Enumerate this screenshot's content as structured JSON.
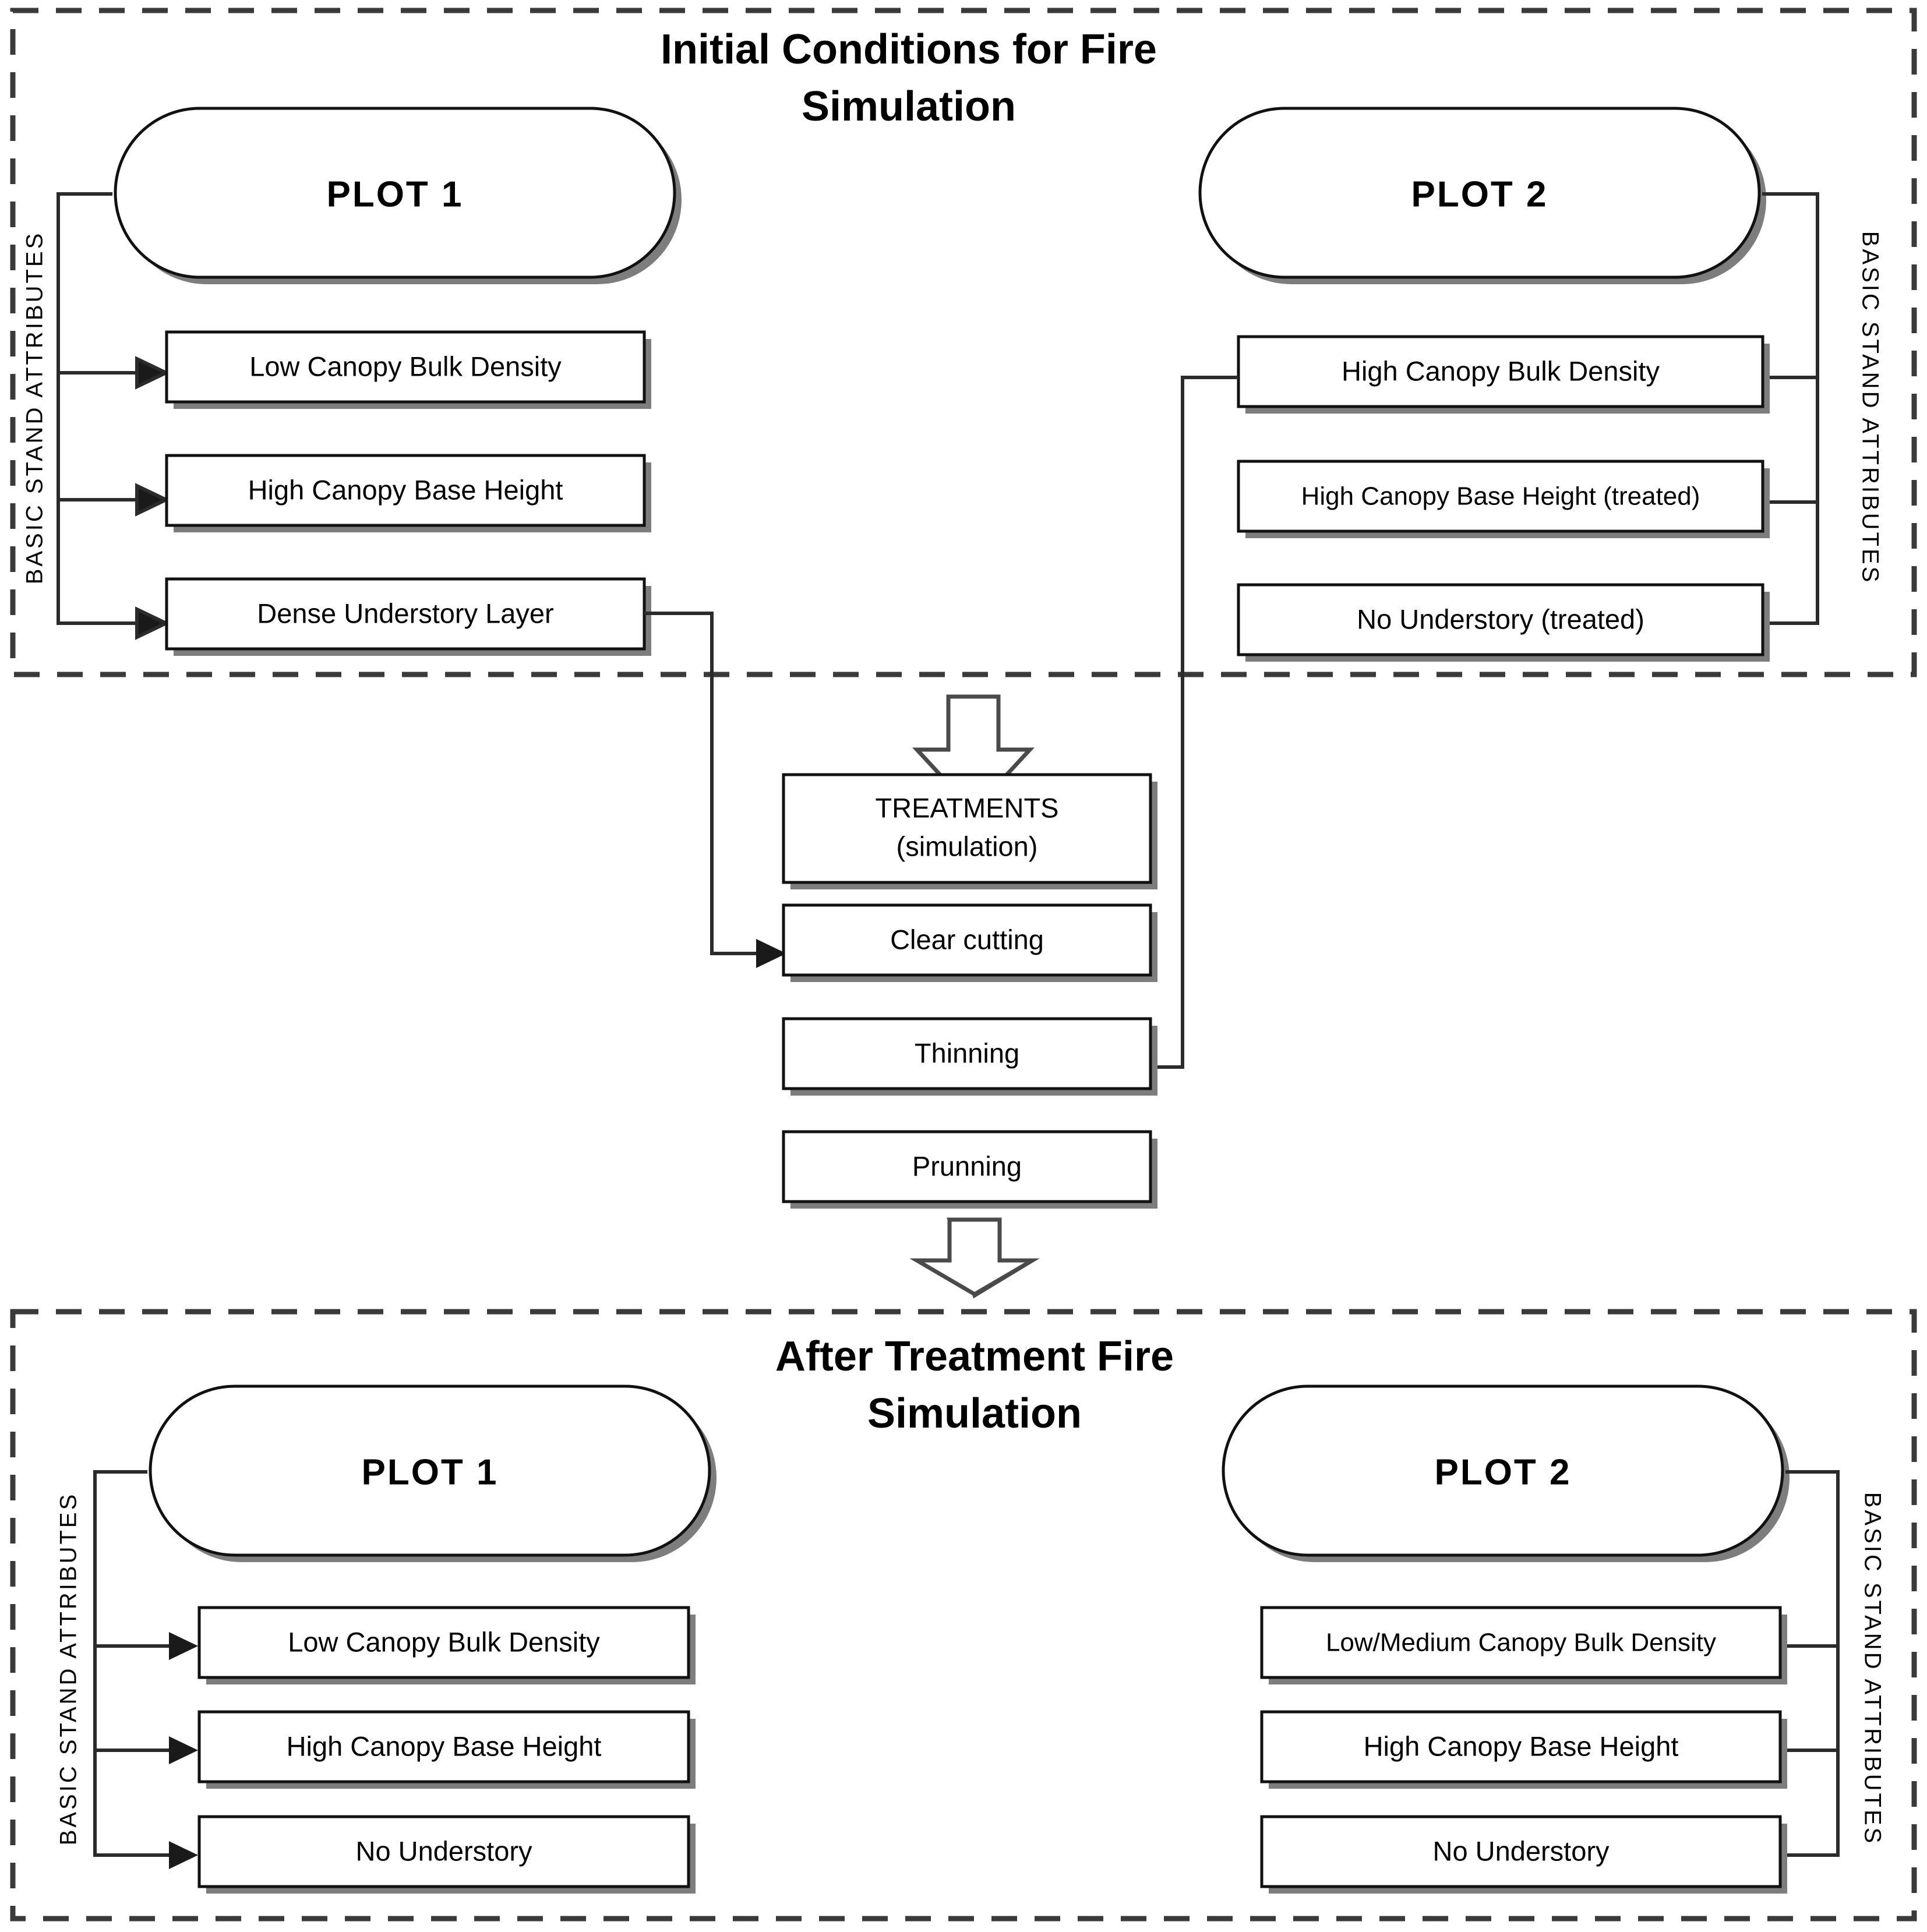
{
  "figure": {
    "kind": "flowchart",
    "background": "#ffffff",
    "line_color": "#2b2b2b",
    "shadow_color": "#7d7d7d",
    "panel_border_color": "#3a3a3a"
  },
  "top_panel": {
    "title_line1": "Initial Conditions for Fire",
    "title_line2": "Simulation",
    "left_axis_label": "BASIC STAND ATTRIBUTES",
    "right_axis_label": "BASIC STAND ATTRIBUTES",
    "plot1": {
      "name": "PLOT 1",
      "attributes": [
        "Low Canopy Bulk Density",
        "High Canopy Base Height",
        "Dense Understory Layer"
      ]
    },
    "plot2": {
      "name": "PLOT 2",
      "attributes": [
        "High Canopy Bulk Density",
        "High Canopy Base Height (treated)",
        "No Understory (treated)"
      ]
    }
  },
  "treatments": {
    "header_line1": "TREATMENTS",
    "header_line2": "(simulation)",
    "items": [
      "Clear cutting",
      "Thinning",
      "Prunning"
    ]
  },
  "bottom_panel": {
    "title_line1": "After Treatment Fire",
    "title_line2": "Simulation",
    "left_axis_label": "BASIC STAND ATTRIBUTES",
    "right_axis_label": "BASIC STAND ATTRIBUTES",
    "plot1": {
      "name": "PLOT 1",
      "attributes": [
        "Low Canopy Bulk Density",
        "High Canopy Base Height",
        "No Understory"
      ]
    },
    "plot2": {
      "name": "PLOT 2",
      "attributes": [
        "Low/Medium Canopy Bulk Density",
        "High Canopy Base Height",
        "No Understory"
      ]
    }
  },
  "flow_arrows": {
    "into_treatments": "down-block-arrow",
    "into_after_treatment": "down-block-arrow",
    "understory_to_clearcutting": "elbow-arrow",
    "bulkdensity_to_thinning": "elbow-arrow"
  }
}
